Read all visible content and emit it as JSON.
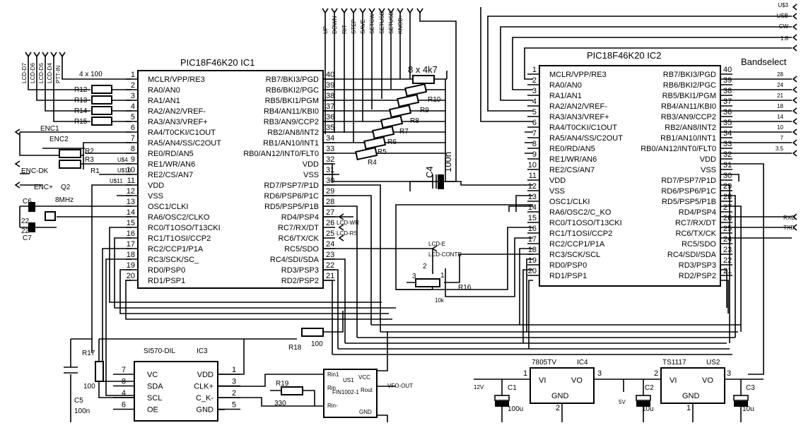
{
  "ic1": {
    "title": "PIC18F46K20    IC1",
    "left_pins": [
      {
        "n": "1",
        "l": "MCLR/VPP/RE3"
      },
      {
        "n": "2",
        "l": "RA0/AN0"
      },
      {
        "n": "3",
        "l": "RA1/AN1"
      },
      {
        "n": "4",
        "l": "RA2/AN2/VREF-"
      },
      {
        "n": "5",
        "l": "RA3/AN3/VREF+"
      },
      {
        "n": "6",
        "l": "RA4/T0CKI/C1OUT"
      },
      {
        "n": "7",
        "l": "RA5/AN4/SS/C2OUT"
      },
      {
        "n": "8",
        "l": "RE0/RD/AN5"
      },
      {
        "n": "9",
        "l": "RE1/WR/AN6"
      },
      {
        "n": "10",
        "l": "RE2/CS/AN7"
      },
      {
        "n": "11",
        "l": "VDD"
      },
      {
        "n": "12",
        "l": "VSS"
      },
      {
        "n": "13",
        "l": "OSC1/CLKI"
      },
      {
        "n": "14",
        "l": "RA6/OSC2/CLKO"
      },
      {
        "n": "15",
        "l": "RC0/T1OSO/T13CKI"
      },
      {
        "n": "16",
        "l": "RC1/T1OSI/CCP2"
      },
      {
        "n": "17",
        "l": "RC2/CCP1/P1A"
      },
      {
        "n": "18",
        "l": "RC3/SCK/SC_"
      },
      {
        "n": "19",
        "l": "RD0/PSP0"
      },
      {
        "n": "20",
        "l": "RD1/PSP1"
      }
    ],
    "right_pins": [
      {
        "n": "40",
        "l": "RB7/BKI3/PGD"
      },
      {
        "n": "39",
        "l": "RB6/BKI2/PGC"
      },
      {
        "n": "38",
        "l": "RB5/BKI1/PGM"
      },
      {
        "n": "37",
        "l": "RB4/AN11/KBI0"
      },
      {
        "n": "36",
        "l": "RB3/AN9/CCP2"
      },
      {
        "n": "35",
        "l": "RB2/AN8/INT2"
      },
      {
        "n": "34",
        "l": "RB1/AN10/INT1"
      },
      {
        "n": "33",
        "l": "RB0/AN12/INT0/FLT0"
      },
      {
        "n": "32",
        "l": "VDD"
      },
      {
        "n": "31",
        "l": "VSS"
      },
      {
        "n": "30",
        "l": "RD7/PSP7/P1D"
      },
      {
        "n": "29",
        "l": "RD6/PSP6/P1C"
      },
      {
        "n": "28",
        "l": "RD5/PSP5/P1B"
      },
      {
        "n": "27",
        "l": "RD4/PSP4"
      },
      {
        "n": "26",
        "l": "RC7/RX/DT"
      },
      {
        "n": "25",
        "l": "RC6/TX/CK"
      },
      {
        "n": "24",
        "l": "RC5/SDO"
      },
      {
        "n": "23",
        "l": "RC4/SDI/SDA"
      },
      {
        "n": "22",
        "l": "RD3/PSP3"
      },
      {
        "n": "21",
        "l": "RD2/PSP2"
      }
    ]
  },
  "ic2": {
    "title": "PIC18F46K20  IC2",
    "left_pins": [
      {
        "n": "1",
        "l": "MCLR/VPP/RE3"
      },
      {
        "n": "2",
        "l": "RA0/AN0"
      },
      {
        "n": "3",
        "l": "RA1/AN1"
      },
      {
        "n": "4",
        "l": "RA2/AN2/VREF-"
      },
      {
        "n": "5",
        "l": "RA3/AN3/VREF+"
      },
      {
        "n": "6",
        "l": "RA4/T0CKI/C1OUT"
      },
      {
        "n": "7",
        "l": "RA5/AN4/SS/C2OUT"
      },
      {
        "n": "8",
        "l": "RE0/RD/AN5"
      },
      {
        "n": "9",
        "l": "RE1/WR/AN6"
      },
      {
        "n": "10",
        "l": "RE2/CS/AN7"
      },
      {
        "n": "11",
        "l": "VDD"
      },
      {
        "n": "12",
        "l": "VSS"
      },
      {
        "n": "13",
        "l": "OSC1/CLKI"
      },
      {
        "n": "14",
        "l": "RA6/OSC2/C_KO"
      },
      {
        "n": "15",
        "l": "RC0/T1OSO/T13CKI"
      },
      {
        "n": "16",
        "l": "RC1/T1OSI/CCP2"
      },
      {
        "n": "17",
        "l": "RC2/CCP1/P1A"
      },
      {
        "n": "18",
        "l": "RC3/SCK/SCL"
      },
      {
        "n": "19",
        "l": "RD0/PSP0"
      },
      {
        "n": "20",
        "l": "RD1/PSP1"
      }
    ],
    "right_pins": [
      {
        "n": "40",
        "l": "RB7/BKI3/PGD"
      },
      {
        "n": "39",
        "l": "RB6/BKI2/PGC"
      },
      {
        "n": "38",
        "l": "RB5/BKI1/PGM"
      },
      {
        "n": "37",
        "l": "RB4/AN11/KBI0"
      },
      {
        "n": "36",
        "l": "RB3/AN9/CCP2"
      },
      {
        "n": "35",
        "l": "RB2/AN8/INT2"
      },
      {
        "n": "34",
        "l": "RB1/AN10/INT1"
      },
      {
        "n": "33",
        "l": "RB0/AN12/INT0/FLT0"
      },
      {
        "n": "32",
        "l": "VDD"
      },
      {
        "n": "31",
        "l": "VSS"
      },
      {
        "n": "30",
        "l": "RD7/PSP7/P1D"
      },
      {
        "n": "29",
        "l": "RD6/PSP6/P1C"
      },
      {
        "n": "28",
        "l": "RD5/PSP5/P1B"
      },
      {
        "n": "27",
        "l": "RD4/PSP4"
      },
      {
        "n": "26",
        "l": "RC7/RX/DT"
      },
      {
        "n": "25",
        "l": "RC6/TX/CK"
      },
      {
        "n": "24",
        "l": "RC5/SDO"
      },
      {
        "n": "23",
        "l": "RC4/SDI/SDA"
      },
      {
        "n": "22",
        "l": "RD3/PSP3"
      },
      {
        "n": "21",
        "l": "RD2/PSP2"
      }
    ]
  },
  "ic3": {
    "title": "SI570-DIL",
    "ref": "IC3",
    "left_pins": [
      {
        "n": "7",
        "l": "VC"
      },
      {
        "n": "8",
        "l": "SDA"
      },
      {
        "n": "4",
        "l": "SCL"
      },
      {
        "n": "6",
        "l": "OE"
      }
    ],
    "right_pins": [
      {
        "n": "1",
        "l": "VDD"
      },
      {
        "n": "3",
        "l": "CLK+"
      },
      {
        "n": "2",
        "l": "C_K-"
      },
      {
        "n": "5",
        "l": "GND"
      }
    ]
  },
  "us1": {
    "ref": "US1",
    "part": "FIN1002-1",
    "pins": [
      "Rin1",
      "Rin",
      "Rin-",
      "VCC",
      "Rout",
      "GND"
    ]
  },
  "ic4": {
    "part": "7805TV",
    "ref": "IC4",
    "vi": "VI",
    "vo": "VO",
    "gnd": "GND",
    "pins": [
      "1",
      "2",
      "3"
    ]
  },
  "us2": {
    "part": "TS1117",
    "ref": "US2",
    "vi": "VI",
    "vo": "VO",
    "gnd": "GND",
    "pins": [
      "1",
      "2",
      "3"
    ]
  },
  "top_nets": [
    "UP",
    "DOWN",
    "RIT",
    "STEP",
    "SAVE",
    "SETCW",
    "SETUSB",
    "SETUSB",
    "KNOB+"
  ],
  "lcd_nets": [
    "LCD-D7",
    "LCD-D6",
    "LCD-D5",
    "LCD-D4",
    "PTT-IN"
  ],
  "right_nets": [
    "U$3",
    "USB",
    "CW",
    "1.8"
  ],
  "bandselect": {
    "title": "Bandselect",
    "bands": [
      "28",
      "24",
      "21",
      "18",
      "14",
      "10",
      "7",
      "3.5"
    ]
  },
  "labels": {
    "r_array_top": "4 x 100",
    "r_array_right": "8 x 4k7",
    "r12": "R12",
    "r13": "R13",
    "r14": "R14",
    "r15": "R15",
    "r2": "R2",
    "r3": "R3",
    "r1": "R1",
    "r4": "R4",
    "r5": "R5",
    "r6": "R6",
    "r7": "R7",
    "r8": "R8",
    "r9": "R9",
    "r10": "R10",
    "enc1": "ENC1",
    "enc2": "ENC2",
    "encdk": "ENC-DK",
    "encplus": "ENC+",
    "q2": "Q2",
    "xtal": "8MHz",
    "c6": "C6",
    "c7": "C7",
    "c6v": "22",
    "c7v": "22",
    "u4": "U$4",
    "u10": "U$10",
    "u11": "U$11",
    "c4": "C4",
    "c4v": "100n",
    "lcdwr": "LCD-WR",
    "lcdrs": "LCD-RS",
    "lcde": "LCD-E",
    "lcdcontr": "LCD-CONTR",
    "r16": "R16",
    "r16v": "10k",
    "pot3": "3",
    "pot2": "2",
    "pot1": "1",
    "r17": "R17",
    "r17v": "100",
    "c5": "C5",
    "c5v": "100n",
    "r18": "R18",
    "r18v": "100",
    "r19": "R19",
    "r19v": "330",
    "vfo": "VFO-OUT",
    "rxd": "RXD",
    "txd": "TXD",
    "v12": "12V",
    "v5": "5V",
    "c1": "C1",
    "c1v": "100u",
    "c2": "C2",
    "c2v": "10u",
    "c3": "C3",
    "c3v": "10u"
  }
}
